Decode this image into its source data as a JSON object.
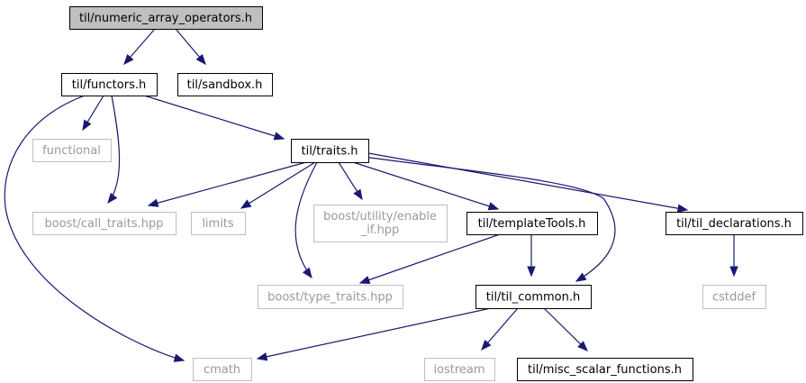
{
  "colors": {
    "edge": "#191970",
    "root_fill": "#bfbfbf",
    "internal_border": "#000000",
    "external_border": "#bfbfbf",
    "external_text": "#9a9a9a"
  },
  "nodes": [
    {
      "id": "numeric_array_operators",
      "label": "til/numeric_array_operators.h",
      "kind": "root"
    },
    {
      "id": "functors",
      "label": "til/functors.h",
      "kind": "internal"
    },
    {
      "id": "sandbox",
      "label": "til/sandbox.h",
      "kind": "internal"
    },
    {
      "id": "functional",
      "label": "functional",
      "kind": "external"
    },
    {
      "id": "traits",
      "label": "til/traits.h",
      "kind": "internal"
    },
    {
      "id": "call_traits",
      "label": "boost/call_traits.hpp",
      "kind": "external"
    },
    {
      "id": "limits",
      "label": "limits",
      "kind": "external"
    },
    {
      "id": "enable_if",
      "label": "boost/utility/enable_if.hpp",
      "lines": [
        "boost/utility/enable",
        "_if.hpp"
      ],
      "kind": "external"
    },
    {
      "id": "templateTools",
      "label": "til/templateTools.h",
      "kind": "internal"
    },
    {
      "id": "til_declarations",
      "label": "til/til_declarations.h",
      "kind": "internal"
    },
    {
      "id": "type_traits",
      "label": "boost/type_traits.hpp",
      "kind": "external"
    },
    {
      "id": "til_common",
      "label": "til/til_common.h",
      "kind": "internal"
    },
    {
      "id": "cstddef",
      "label": "cstddef",
      "kind": "external"
    },
    {
      "id": "cmath",
      "label": "cmath",
      "kind": "external"
    },
    {
      "id": "iostream",
      "label": "iostream",
      "kind": "external"
    },
    {
      "id": "misc_scalar_functions",
      "label": "til/misc_scalar_functions.h",
      "kind": "internal"
    }
  ],
  "edges": [
    {
      "from": "numeric_array_operators",
      "to": "functors"
    },
    {
      "from": "numeric_array_operators",
      "to": "sandbox"
    },
    {
      "from": "functors",
      "to": "functional"
    },
    {
      "from": "functors",
      "to": "call_traits"
    },
    {
      "from": "functors",
      "to": "cmath"
    },
    {
      "from": "functors",
      "to": "traits"
    },
    {
      "from": "traits",
      "to": "call_traits"
    },
    {
      "from": "traits",
      "to": "limits"
    },
    {
      "from": "traits",
      "to": "enable_if"
    },
    {
      "from": "traits",
      "to": "type_traits"
    },
    {
      "from": "traits",
      "to": "templateTools"
    },
    {
      "from": "traits",
      "to": "til_common"
    },
    {
      "from": "traits",
      "to": "til_declarations"
    },
    {
      "from": "templateTools",
      "to": "type_traits"
    },
    {
      "from": "templateTools",
      "to": "til_common"
    },
    {
      "from": "til_declarations",
      "to": "cstddef"
    },
    {
      "from": "til_common",
      "to": "cmath"
    },
    {
      "from": "til_common",
      "to": "iostream"
    },
    {
      "from": "til_common",
      "to": "misc_scalar_functions"
    }
  ]
}
